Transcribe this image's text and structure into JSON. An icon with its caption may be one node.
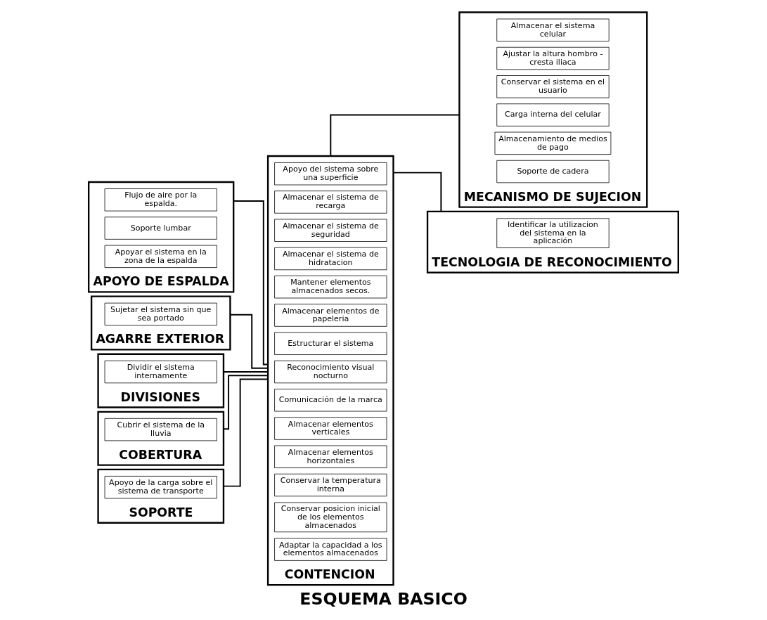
{
  "diagram": {
    "title": "ESQUEMA BASICO",
    "nodes": [
      {
        "text": [
          "APOYO DE ESPALDA"
        ]
      },
      {
        "text": [
          "Flujo de aire por la espalda."
        ],
        "in": 0
      },
      {
        "text": [
          "Soporte lumbar"
        ],
        "in": 0
      },
      {
        "text": [
          "Apoyar el sistema en la zona de la espalda"
        ],
        "in": 0
      },
      {
        "text": [
          "AGARRE EXTERIOR"
        ]
      },
      {
        "text": [
          "Sujetar el sistema sin que sea portado"
        ],
        "in": 4
      },
      {
        "text": [
          "DIVISIONES"
        ]
      },
      {
        "text": [
          "Dividir el sistema internamente"
        ],
        "in": 6
      },
      {
        "text": [
          "COBERTURA"
        ]
      },
      {
        "text": [
          "Cubrir el sistema de la lluvia"
        ],
        "in": 8
      },
      {
        "text": [
          "SOPORTE"
        ]
      },
      {
        "text": [
          "Apoyo de la carga sobre el sistema de transporte"
        ],
        "in": 10
      },
      {
        "text": [
          "CONTENCION"
        ]
      },
      {
        "text": [
          "Apoyo del sistema sobre una superficie"
        ],
        "in": 12
      },
      {
        "text": [
          "Almacenar el sistema de recarga"
        ],
        "in": 12
      },
      {
        "text": [
          "Almacenar el sistema de seguridad"
        ],
        "in": 12
      },
      {
        "text": [
          "Almacenar el sistema de hidratacion"
        ],
        "in": 12
      },
      {
        "text": [
          "Mantener elementos almacenados secos."
        ],
        "in": 12
      },
      {
        "text": [
          "Almacenar elementos de papeleria"
        ],
        "in": 12
      },
      {
        "text": [
          "Estructurar el sistema"
        ],
        "in": 12
      },
      {
        "text": [
          "Reconocimiento visual nocturno"
        ],
        "in": 12
      },
      {
        "text": [
          "Comunicación de la marca"
        ],
        "in": 12
      },
      {
        "text": [
          "Almacenar elementos verticales"
        ],
        "in": 12
      },
      {
        "text": [
          "Almacenar elementos horizontales"
        ],
        "in": 12
      },
      {
        "text": [
          "Conservar la temperatura interna"
        ],
        "in": 12
      },
      {
        "text": [
          "Conservar posicion inicial de los elementos almacenados"
        ],
        "in": 12
      },
      {
        "text": [
          "Adaptar la capacidad a los elementos almacenados"
        ],
        "in": 12
      },
      {
        "text": [
          "MECANISMO DE SUJECION"
        ]
      },
      {
        "text": [
          "Almacenar el sistema celular"
        ],
        "in": 27
      },
      {
        "text": [
          "Ajustar la altura hombro - cresta iliaca"
        ],
        "in": 27
      },
      {
        "text": [
          "Conservar el sistema en el usuario"
        ],
        "in": 27
      },
      {
        "text": [
          "Carga interna del celular"
        ],
        "in": 27
      },
      {
        "text": [
          "Almacenamiento de medios de pago"
        ],
        "in": 27
      },
      {
        "text": [
          "Soporte de cadera"
        ],
        "in": 27
      },
      {
        "text": [
          "TECNOLOGIA DE RECONOCIMIENTO"
        ]
      },
      {
        "text": [
          "Identificar la utilizacion del sistema en la aplicación"
        ],
        "in": 34
      }
    ],
    "edges": [
      {
        "from": 0,
        "to": 12,
        "arrow": "none"
      },
      {
        "from": 4,
        "to": 12,
        "arrow": "none"
      },
      {
        "from": 6,
        "to": 12,
        "arrow": "none"
      },
      {
        "from": 8,
        "to": 12,
        "arrow": "none"
      },
      {
        "from": 10,
        "to": 12,
        "arrow": "none"
      },
      {
        "from": 12,
        "to": 27,
        "arrow": "none"
      },
      {
        "from": 12,
        "to": 34,
        "arrow": "none"
      }
    ]
  }
}
